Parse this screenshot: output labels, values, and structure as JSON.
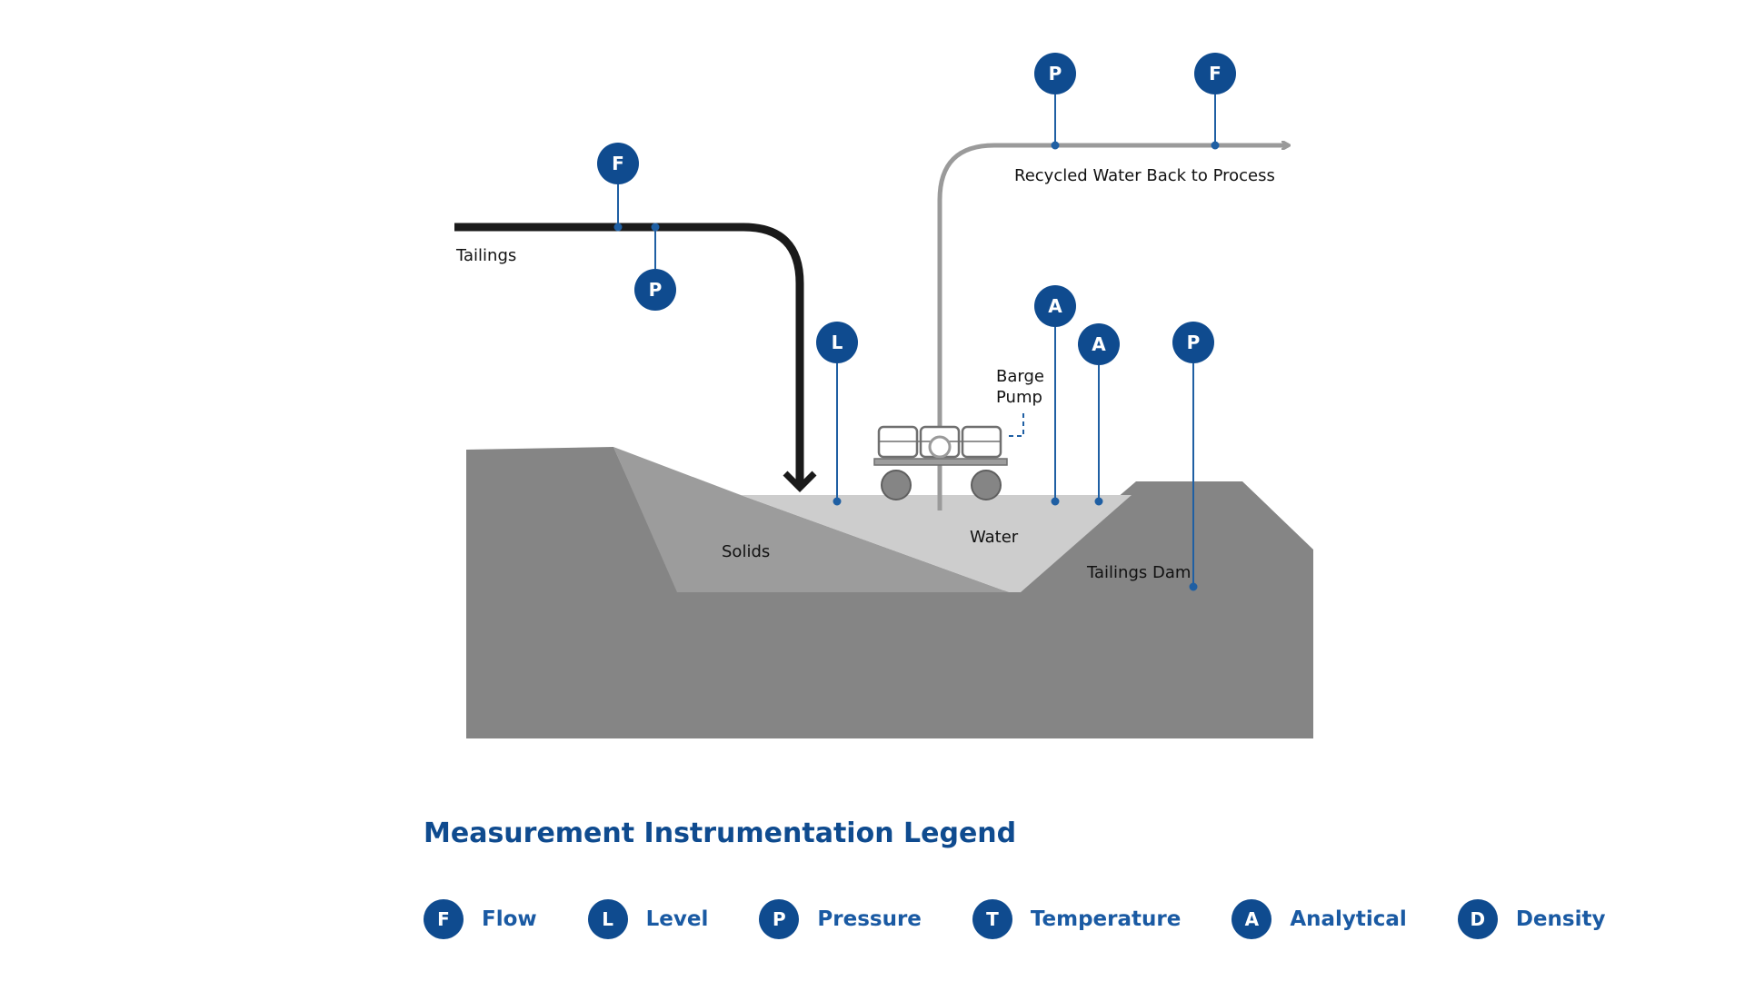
{
  "colors": {
    "badge": "#0f4b8f",
    "legend_text": "#1a5aa3",
    "ground": "#858585",
    "solids": "#9c9c9c",
    "water": "#cccccc",
    "tailings_pipe": "#1a1a1a",
    "recycle_pipe": "#9a9a9a"
  },
  "labels": {
    "tailings": "Tailings",
    "recycled": "Recycled Water Back to Process",
    "barge_line1": "Barge",
    "barge_line2": "Pump",
    "solids": "Solids",
    "water": "Water",
    "dam": "Tailings Dam"
  },
  "instruments": {
    "tailings_flow": "F",
    "tailings_pressure": "P",
    "level": "L",
    "recycle_pressure": "P",
    "recycle_flow": "F",
    "analytical_1": "A",
    "analytical_2": "A",
    "dam_pressure": "P"
  },
  "legend": {
    "title": "Measurement Instrumentation Legend",
    "items": [
      {
        "letter": "F",
        "label": "Flow"
      },
      {
        "letter": "L",
        "label": "Level"
      },
      {
        "letter": "P",
        "label": "Pressure"
      },
      {
        "letter": "T",
        "label": "Temperature"
      },
      {
        "letter": "A",
        "label": "Analytical"
      },
      {
        "letter": "D",
        "label": "Density"
      }
    ]
  }
}
